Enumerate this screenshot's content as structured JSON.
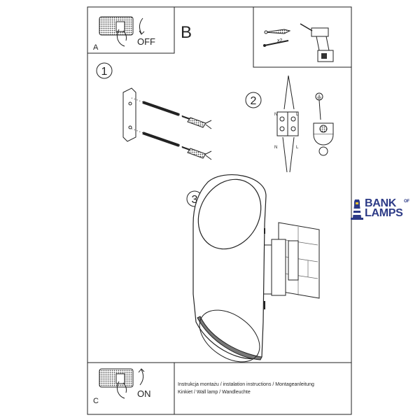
{
  "panels": {
    "a": {
      "letter": "A",
      "switch_text": "OFF"
    },
    "b": {
      "letter": "B",
      "qty_text": "x2"
    },
    "c": {
      "letter": "C",
      "switch_text": "ON"
    }
  },
  "steps": {
    "one": "1",
    "two": "2",
    "three": "3"
  },
  "wiring": {
    "n_top": "N",
    "l_top": "L",
    "n_bottom": "N",
    "l_bottom": "L"
  },
  "footer": {
    "line1": "Instrukcja montażu / instalation instructions / Montageanleitung",
    "line2": "Kinkiet / Wall lamp / Wandleuchte"
  },
  "logo": {
    "word1": "BANK",
    "word2": "LAMPS",
    "word3": "OF"
  },
  "colors": {
    "brand": "#2c3a86",
    "line": "#222222"
  }
}
